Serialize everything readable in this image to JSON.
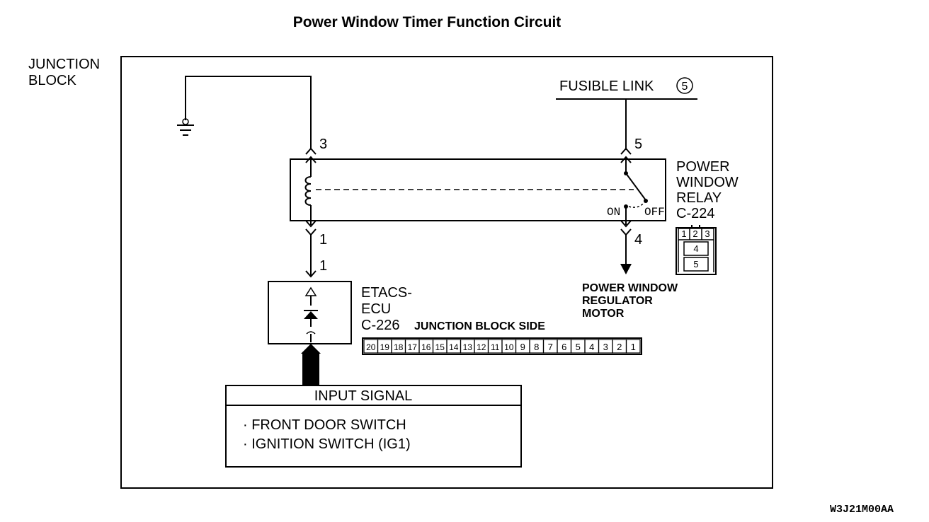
{
  "title": "Power Window Timer Function Circuit",
  "junction_block_label": [
    "JUNCTION",
    "BLOCK"
  ],
  "fusible_link": {
    "label": "FUSIBLE LINK",
    "number": "5"
  },
  "relay": {
    "label": [
      "POWER",
      "WINDOW",
      "RELAY",
      "C-224"
    ],
    "on_label": "ON",
    "off_label": "OFF",
    "connector_pins": [
      "1",
      "2",
      "3",
      "4",
      "5"
    ]
  },
  "pins": {
    "coil_top": "3",
    "coil_bottom": "1",
    "ecu_pin": "1",
    "switch_top": "5",
    "switch_bottom": "4"
  },
  "motor_label": [
    "POWER WINDOW",
    "REGULATOR",
    "MOTOR"
  ],
  "ecu": {
    "label": [
      "ETACS-",
      "ECU",
      "C-226"
    ]
  },
  "junction_block_side": {
    "label": "JUNCTION BLOCK SIDE",
    "pins": [
      "20",
      "19",
      "18",
      "17",
      "16",
      "15",
      "14",
      "13",
      "12",
      "11",
      "10",
      "9",
      "8",
      "7",
      "6",
      "5",
      "4",
      "3",
      "2",
      "1"
    ]
  },
  "input_signal": {
    "header": "INPUT SIGNAL",
    "items": [
      "· FRONT DOOR SWITCH",
      "· IGNITION SWITCH (IG1)"
    ]
  },
  "figure_code": "W3J21M00AA"
}
